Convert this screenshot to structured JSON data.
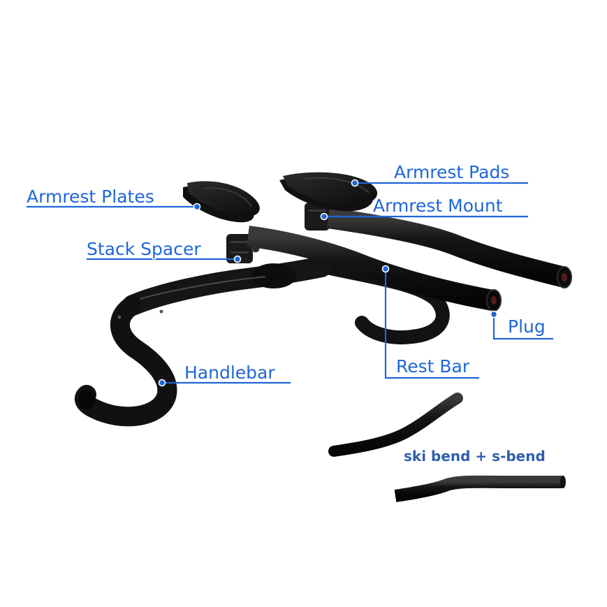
{
  "labels": {
    "armrest_pads": "Armrest Pads",
    "armrest_plates": "Armrest Plates",
    "armrest_mount": "Armrest Mount",
    "stack_spacer": "Stack Spacer",
    "plug": "Plug",
    "handlebar": "Handlebar",
    "rest_bar": "Rest Bar",
    "bend_caption": "ski bend + s-bend"
  },
  "colors": {
    "accent": "#1f66d8",
    "caption": "#2f5fae",
    "bar": "#141414",
    "pad": "#1b1b1b"
  }
}
